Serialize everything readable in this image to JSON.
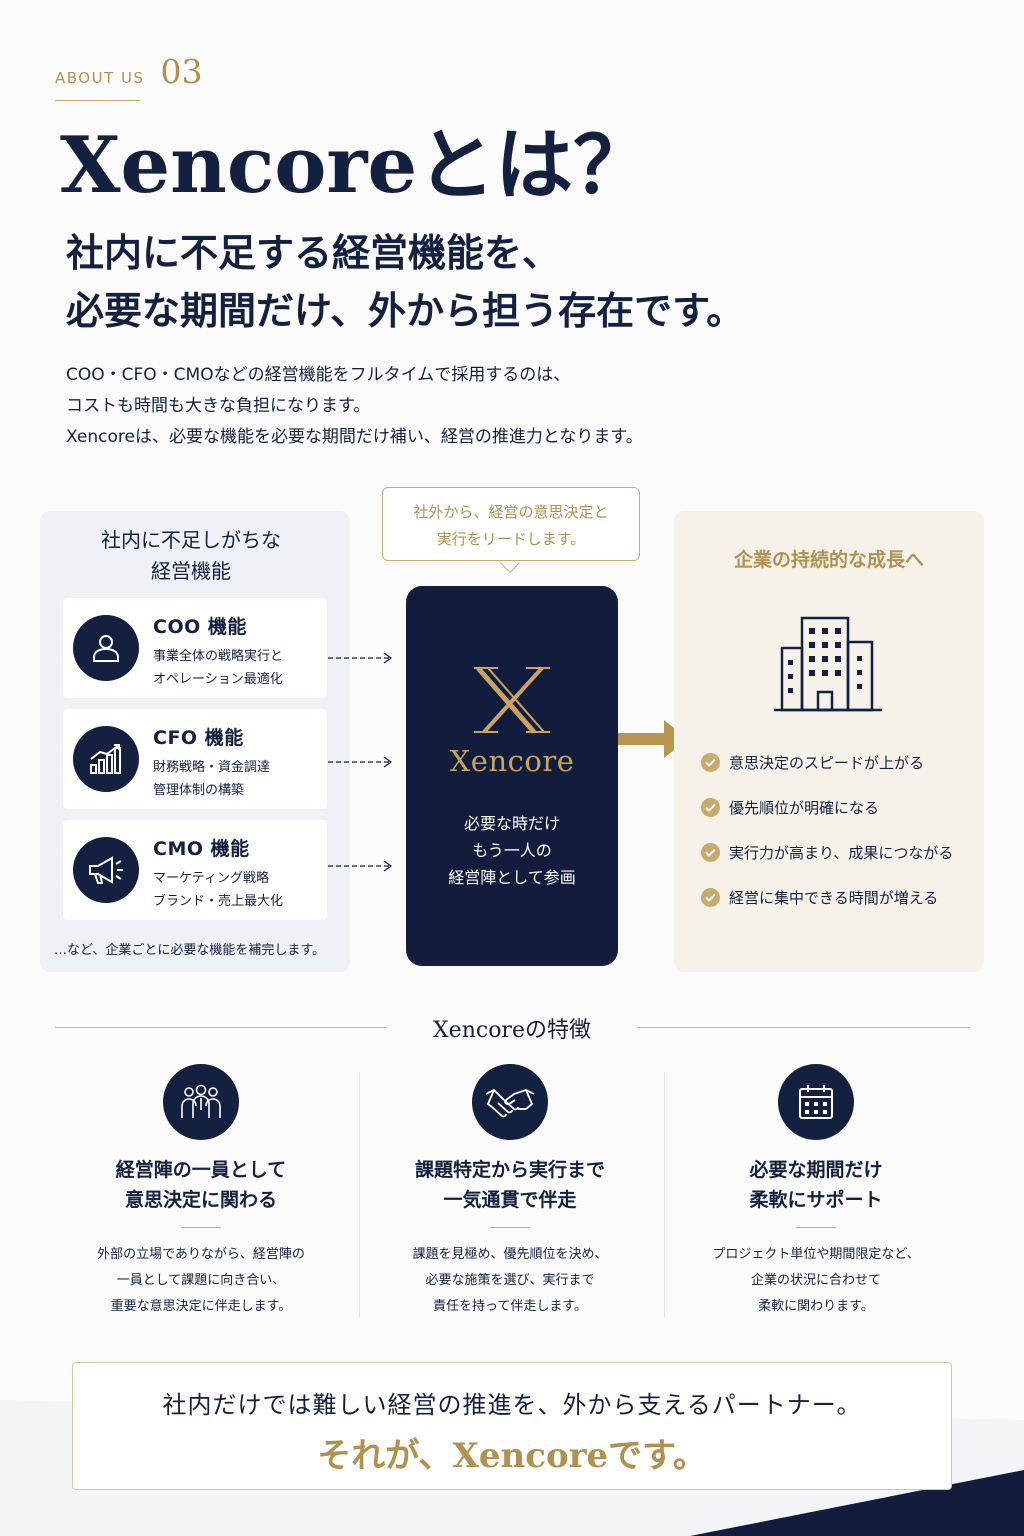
{
  "header": {
    "eyebrow_label": "ABOUT US",
    "eyebrow_number": "03",
    "title": "Xencoreとは？",
    "lead_lines": [
      "社内に不足する経営機能を、",
      "必要な期間だけ、外から担う存在です。"
    ],
    "body_lines": [
      "COO・CFO・CMOなどの経営機能をフルタイムで採用するのは、",
      "コストも時間も大きな負担になります。",
      "Xencoreは、必要な機能を必要な期間だけ補い、経営の推進力となります。"
    ]
  },
  "left_panel": {
    "title_lines": [
      "社内に不足しがちな",
      "経営機能"
    ],
    "functions": [
      {
        "name": "COO 機能",
        "desc": [
          "事業全体の戦略実行と",
          "オペレーション最適化"
        ],
        "icon": "user-icon"
      },
      {
        "name": "CFO 機能",
        "desc": [
          "財務戦略・資金調達",
          "管理体制の構築"
        ],
        "icon": "bar-chart-icon"
      },
      {
        "name": "CMO 機能",
        "desc": [
          "マーケティング戦略",
          "ブランド・売上最大化"
        ],
        "icon": "megaphone-icon"
      }
    ],
    "note": "…など、企業ごとに必要な機能を補完します。"
  },
  "bubble": {
    "lines": [
      "社外から、経営の意思決定と",
      "実行をリードします。"
    ]
  },
  "center": {
    "brand": "Xencore",
    "message_lines": [
      "必要な時だけ",
      "もう一人の",
      "経営陣として参画"
    ]
  },
  "right_panel": {
    "title": "企業の持続的な成長へ",
    "benefits": [
      "意思決定のスピードが上がる",
      "優先順位が明確になる",
      "実行力が高まり、成果につながる",
      "経営に集中できる時間が増える"
    ]
  },
  "features": {
    "heading": "Xencoreの特徴",
    "items": [
      {
        "icon": "team-icon",
        "title_lines": [
          "経営陣の一員として",
          "意思決定に関わる"
        ],
        "desc_lines": [
          "外部の立場でありながら、経営陣の",
          "一員として課題に向き合い、",
          "重要な意思決定に伴走します。"
        ]
      },
      {
        "icon": "handshake-icon",
        "title_lines": [
          "課題特定から実行まで",
          "一気通貫で伴走"
        ],
        "desc_lines": [
          "課題を見極め、優先順位を決め、",
          "必要な施策を選び、実行まで",
          "責任を持って伴走します。"
        ]
      },
      {
        "icon": "calendar-icon",
        "title_lines": [
          "必要な期間だけ",
          "柔軟にサポート"
        ],
        "desc_lines": [
          "プロジェクト単位や期間限定など、",
          "企業の状況に合わせて",
          "柔軟に関わります。"
        ]
      }
    ]
  },
  "bottom": {
    "line1": "社内だけでは難しい経営の推進を、外から支えるパートナー。",
    "line2": "それが、Xencoreです。"
  },
  "colors": {
    "navy": "#13203f",
    "gold": "#b1914f",
    "panel_gray": "#eef1f5",
    "panel_beige": "#f6f2ea"
  }
}
